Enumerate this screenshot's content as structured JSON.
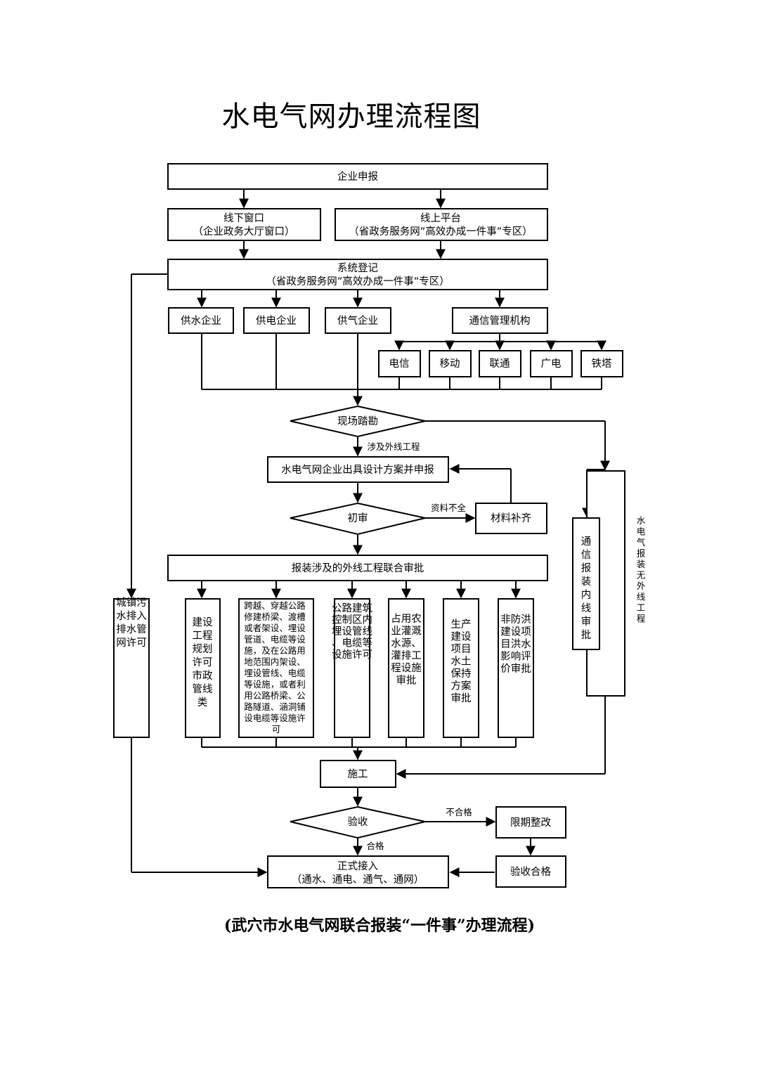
{
  "title": "水电气网办理流程图",
  "caption": "(武穴市水电气网联合报装“一件事”办理流程)",
  "nodes": {
    "apply": "企业申报",
    "offline_1": "线下窗口",
    "offline_2": "（企业政务大厅窗口）",
    "online_1": "线上平台",
    "online_2": "（省政务服务网”高效办成一件事”专区）",
    "register_1": "系统登记",
    "register_2": "（省政务服务网”高效办成一件事”专区）",
    "water": "供水企业",
    "power": "供电企业",
    "gas": "供气企业",
    "telecom_authority": "通信管理机构",
    "op_1": "电信",
    "op_2": "移动",
    "op_3": "联通",
    "op_4": "广电",
    "op_5": "铁塔",
    "survey": "现场踏勘",
    "design": "水电气网企业出具设计方案并申报",
    "preliminary": "初审",
    "supplement": "材料补齐",
    "joint": "报装涉及的外线工程联合审批",
    "sewage": "城镇污水排入排水管网许可",
    "planning": "建设工程规划许可市政管线类",
    "highway": [
      "跨越、穿越公路",
      "修建桥梁、渡槽",
      "或者架设、埋设",
      "管道、电缆等设",
      "施，及在公路用",
      "地范围内架设、",
      "埋设管线、电缆",
      "等设施，或者利",
      "用公路桥梁、公",
      "路隧道、涵洞铺",
      "设电缆等设施许",
      "可"
    ],
    "building_zone": "公路建筑控制区内埋设管线、电缆等设施许可",
    "farm": "占用农业灌溉水源、灌排工程设施审批",
    "soil": "生产建设项目水土保持方案审批",
    "flood": "非防洪建设项目洪水影响评价审批",
    "telecom_internal": "通信报装内线审批",
    "no_external": "水电气报装无外线工程",
    "construction": "施工",
    "acceptance": "验收",
    "rectify": "限期整改",
    "accepted": "验收合格",
    "connect_1": "正式接入",
    "connect_2": "（通水、通电、通气、通网）"
  },
  "edge_labels": {
    "external": "涉及外线工程",
    "incomplete": "资料不全",
    "fail": "不合格",
    "pass": "合格"
  }
}
